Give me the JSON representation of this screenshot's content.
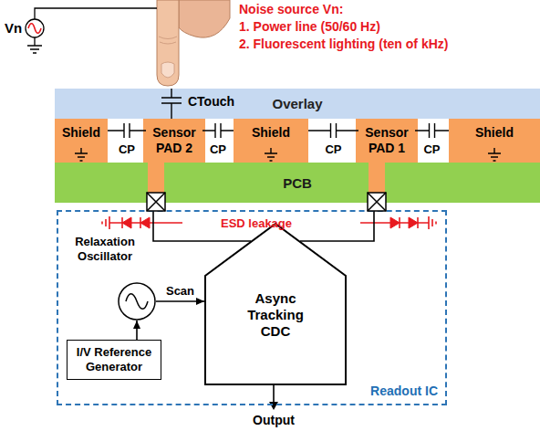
{
  "diagram": {
    "nodes": [
      {
        "text": [
          "Overlay"
        ]
      },
      {
        "text": [
          "Shield"
        ]
      },
      {
        "text": [
          "Sensor PAD 2"
        ]
      },
      {
        "text": [
          "Shield"
        ]
      },
      {
        "text": [
          "Sensor PAD 1"
        ]
      },
      {
        "text": [
          "Shield"
        ]
      },
      {
        "text": [
          "PCB"
        ]
      },
      {
        "text": [
          "Readout IC"
        ]
      },
      {
        "text": [
          "Relaxation Oscillator"
        ],
        "in": 7
      },
      {
        "text": [
          "Async Tracking CDC"
        ],
        "in": 7
      },
      {
        "text": [
          "I/V Reference Generator"
        ],
        "in": 7
      }
    ],
    "edges": [
      {
        "from": 10,
        "to": 8,
        "arrow": "to"
      },
      {
        "from": 8,
        "to": 9,
        "label": "Scan",
        "arrow": "to"
      },
      {
        "from": 2,
        "to": 9,
        "arrow": "none"
      },
      {
        "from": 4,
        "to": 9,
        "arrow": "none"
      }
    ],
    "labels": [
      "Vn",
      "Noise source Vn:",
      "1. Power line (50/60 Hz)",
      "2. Fluorescent lighting (ten of kHz)",
      "CTouch",
      "CP",
      "CP",
      "CP",
      "CP",
      "ESD leakage",
      "Output"
    ]
  }
}
